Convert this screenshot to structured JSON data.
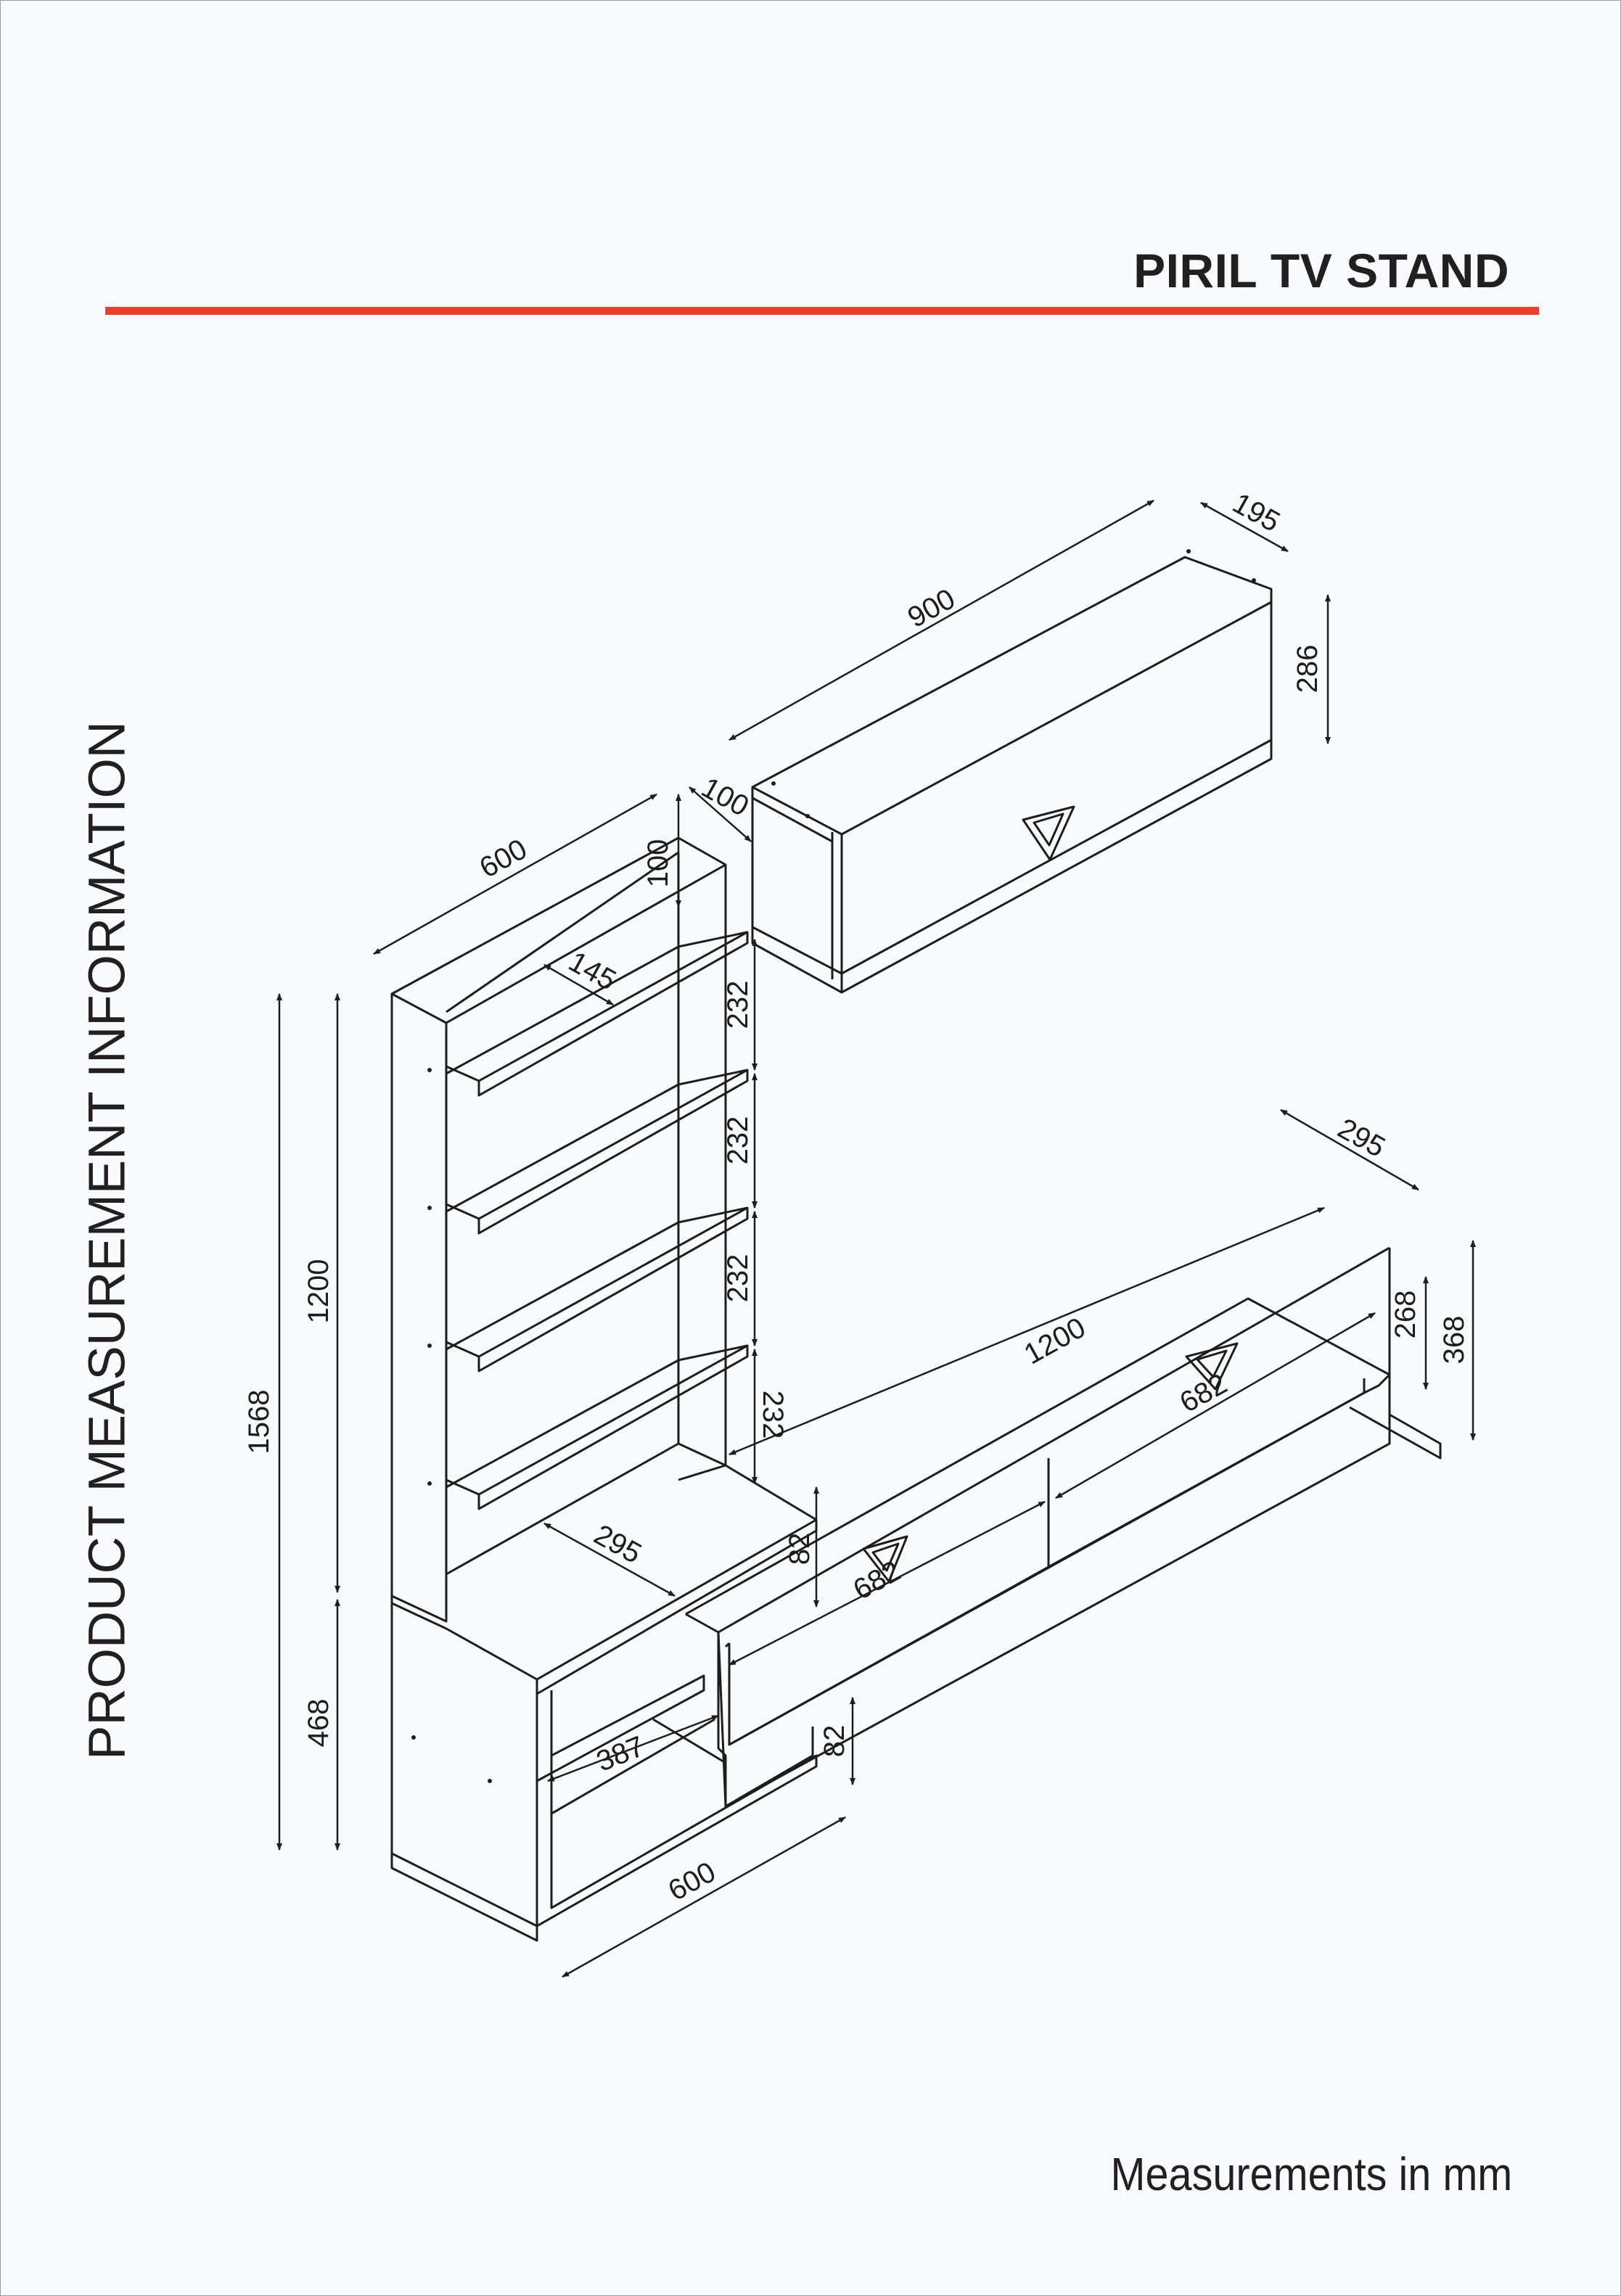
{
  "title": "PIRIL TV STAND",
  "side_label": "PRODUCT MEASUREMENT INFORMATION",
  "units_note": "Measurements in mm",
  "accent_color": "#e8402a",
  "dimensions": {
    "wall_unit_width": "900",
    "wall_unit_depth": "195",
    "wall_unit_height": "286",
    "gap_left": "100",
    "gap_top": "100",
    "tower_width": "600",
    "shelf_depth": "145",
    "shelf_gap_1": "232",
    "shelf_gap_2": "232",
    "shelf_gap_3": "232",
    "shelf_gap_4": "232",
    "total_height": "1568",
    "tower_upper_height": "1200",
    "tower_lower_height": "468",
    "desk_depth": "295",
    "desk_overhang": "82",
    "cabinet_inner": "387",
    "base_width": "600",
    "base_leg": "82",
    "tv_width": "1200",
    "tv_depth": "295",
    "tv_drawer_height": "268",
    "tv_total_height": "368",
    "drawer_right_width": "682",
    "drawer_left_width": "682"
  }
}
